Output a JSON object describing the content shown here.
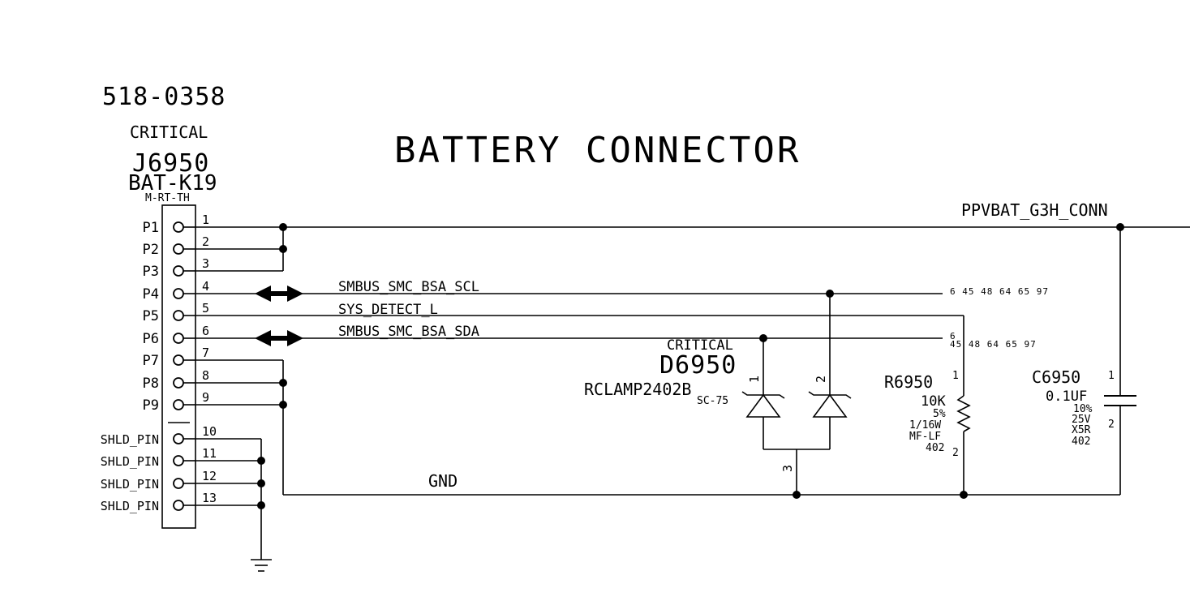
{
  "title": "BATTERY CONNECTOR",
  "connector": {
    "part_number": "518-0358",
    "critical": "CRITICAL",
    "ref": "J6950",
    "type": "BAT-K19",
    "mount": "M-RT-TH",
    "pins": [
      {
        "name": "P1",
        "num": "1"
      },
      {
        "name": "P2",
        "num": "2"
      },
      {
        "name": "P3",
        "num": "3"
      },
      {
        "name": "P4",
        "num": "4"
      },
      {
        "name": "P5",
        "num": "5"
      },
      {
        "name": "P6",
        "num": "6"
      },
      {
        "name": "P7",
        "num": "7"
      },
      {
        "name": "P8",
        "num": "8"
      },
      {
        "name": "P9",
        "num": "9"
      },
      {
        "name": "SHLD_PIN",
        "num": "10"
      },
      {
        "name": "SHLD_PIN",
        "num": "11"
      },
      {
        "name": "SHLD_PIN",
        "num": "12"
      },
      {
        "name": "SHLD_PIN",
        "num": "13"
      }
    ]
  },
  "nets": {
    "power": "PPVBAT_G3H_CONN",
    "scl": "SMBUS_SMC_BSA_SCL",
    "detect": "SYS_DETECT_L",
    "sda": "SMBUS_SMC_BSA_SDA",
    "gnd": "GND"
  },
  "xrefs": {
    "scl": "6 45 48 64 65 97",
    "sda_line1": "6",
    "sda_line2": "45 48 64 65 97"
  },
  "diode": {
    "critical": "CRITICAL",
    "ref": "D6950",
    "part": "RCLAMP2402B",
    "package": "SC-75",
    "pin1": "1",
    "pin2": "2",
    "pin3": "3"
  },
  "resistor": {
    "ref": "R6950",
    "value": "10K",
    "tolerance": "5%",
    "power": "1/16W",
    "type": "MF-LF",
    "size": "402",
    "pin1": "1",
    "pin2": "2"
  },
  "capacitor": {
    "ref": "C6950",
    "value": "0.1UF",
    "tolerance": "10%",
    "voltage": "25V",
    "dielectric": "X5R",
    "size": "402",
    "pin1": "1",
    "pin2": "2"
  }
}
